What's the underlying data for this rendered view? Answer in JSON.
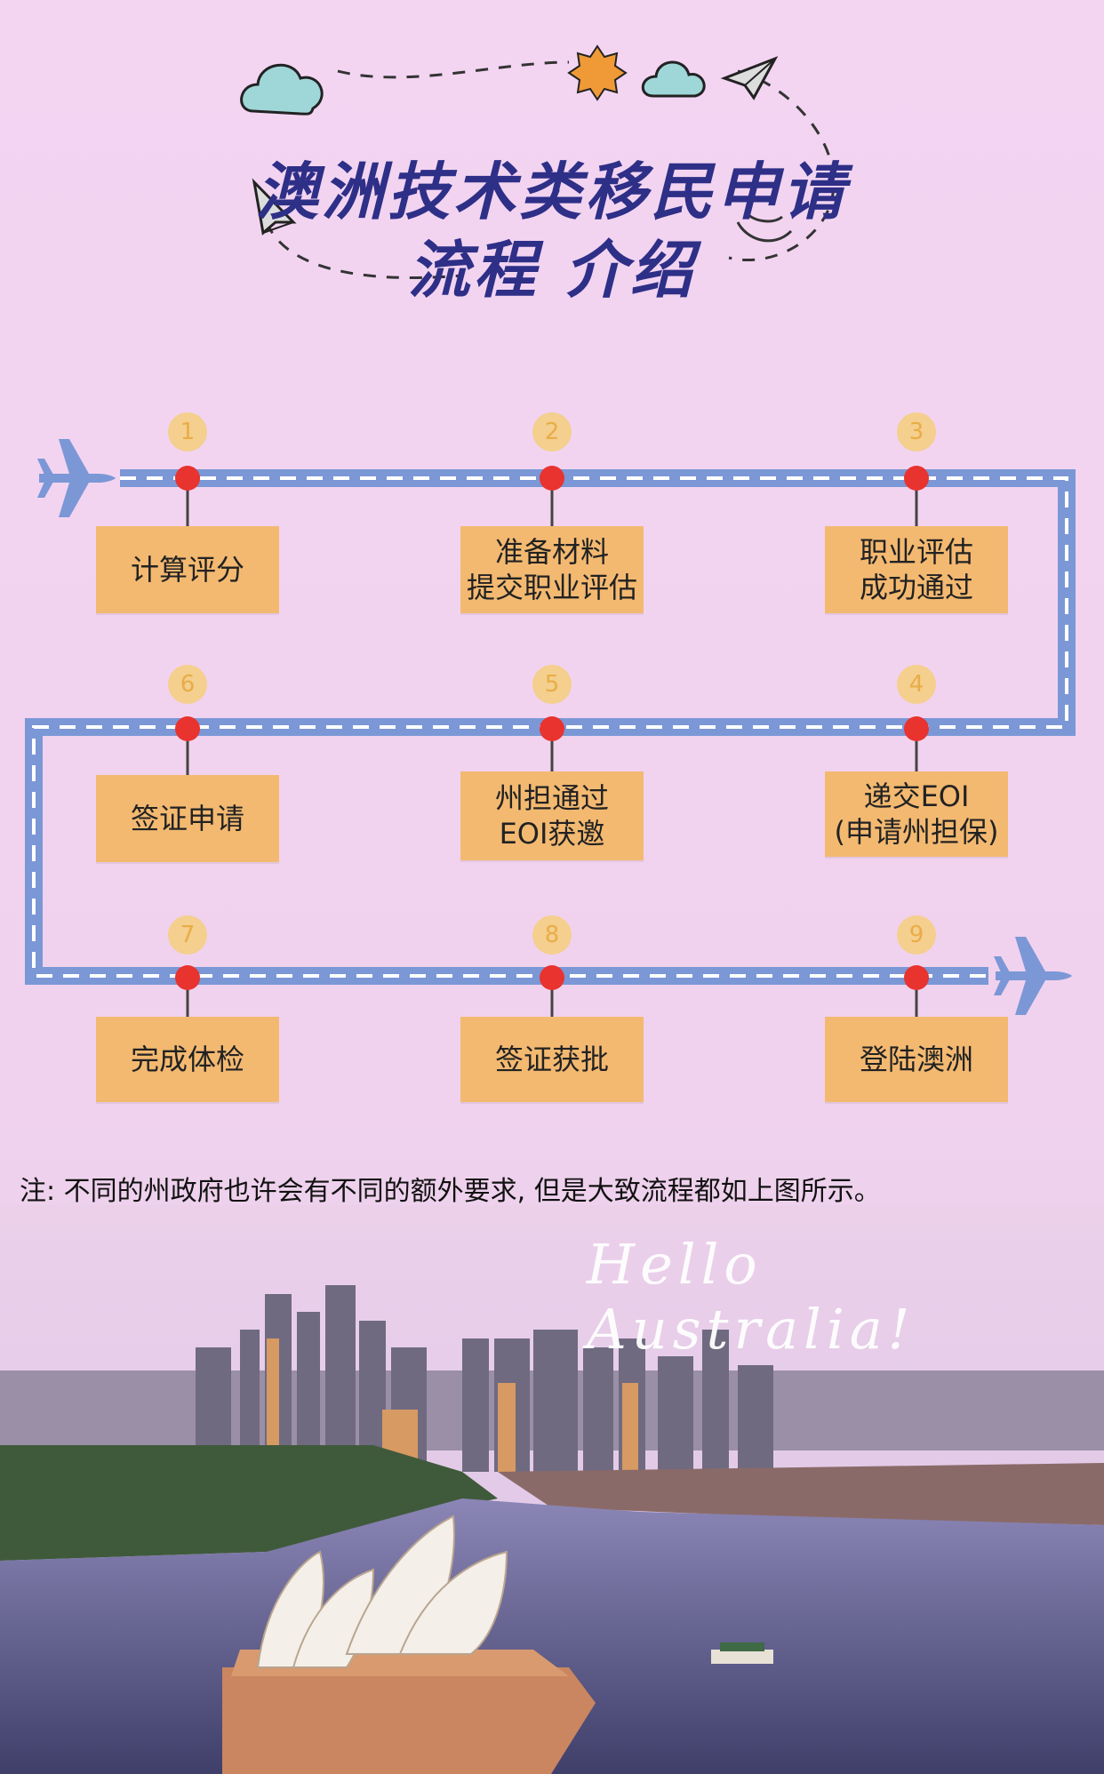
{
  "title": {
    "line1": "澳洲技术类移民申请",
    "line2": "流程 介绍"
  },
  "steps": [
    {
      "num": "1",
      "label": "计算评分"
    },
    {
      "num": "2",
      "label": "准备材料\n提交职业评估"
    },
    {
      "num": "3",
      "label": "职业评估\n成功通过"
    },
    {
      "num": "4",
      "label": "递交EOI\n(申请州担保)"
    },
    {
      "num": "5",
      "label": "州担通过\nEOI获邀"
    },
    {
      "num": "6",
      "label": "签证申请"
    },
    {
      "num": "7",
      "label": "完成体检"
    },
    {
      "num": "8",
      "label": "签证获批"
    },
    {
      "num": "9",
      "label": "登陆澳洲"
    }
  ],
  "note": "注:  不同的州政府也许会有不同的额外要求,  但是大致流程都如上图所示。",
  "hello": "Hello  Australia!",
  "colors": {
    "background": "#f3d6f1",
    "title": "#2e2f87",
    "track": "#7b97d6",
    "box": "#f3b971",
    "badge": "#f4cf8e",
    "pin": "#e8332f"
  },
  "icons": [
    "cloud-icon",
    "sun-icon",
    "paper-plane-icon",
    "airplane-icon",
    "pin-icon"
  ]
}
